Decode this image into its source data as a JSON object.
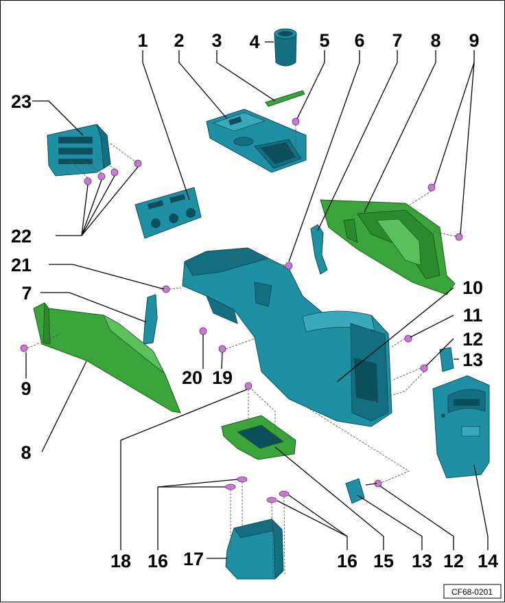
{
  "callouts": [
    {
      "id": "1",
      "label": "1"
    },
    {
      "id": "2",
      "label": "2"
    },
    {
      "id": "3",
      "label": "3"
    },
    {
      "id": "4",
      "label": "4"
    },
    {
      "id": "5",
      "label": "5"
    },
    {
      "id": "6",
      "label": "6"
    },
    {
      "id": "7a",
      "label": "7"
    },
    {
      "id": "8a",
      "label": "8"
    },
    {
      "id": "9a",
      "label": "9"
    },
    {
      "id": "23",
      "label": "23"
    },
    {
      "id": "22",
      "label": "22"
    },
    {
      "id": "21",
      "label": "21"
    },
    {
      "id": "7b",
      "label": "7"
    },
    {
      "id": "10",
      "label": "10"
    },
    {
      "id": "11",
      "label": "11"
    },
    {
      "id": "12a",
      "label": "12"
    },
    {
      "id": "13a",
      "label": "13"
    },
    {
      "id": "9b",
      "label": "9"
    },
    {
      "id": "20",
      "label": "20"
    },
    {
      "id": "19",
      "label": "19"
    },
    {
      "id": "8b",
      "label": "8"
    },
    {
      "id": "18",
      "label": "18"
    },
    {
      "id": "16a",
      "label": "16"
    },
    {
      "id": "17",
      "label": "17"
    },
    {
      "id": "16b",
      "label": "16"
    },
    {
      "id": "15",
      "label": "15"
    },
    {
      "id": "13b",
      "label": "13"
    },
    {
      "id": "12b",
      "label": "12"
    },
    {
      "id": "14",
      "label": "14"
    }
  ],
  "figure_code": "CF68-0201",
  "colors": {
    "part_teal": "#1f8fa3",
    "part_green": "#3aa33a",
    "screw": "#c77bd0",
    "line": "#000000"
  }
}
